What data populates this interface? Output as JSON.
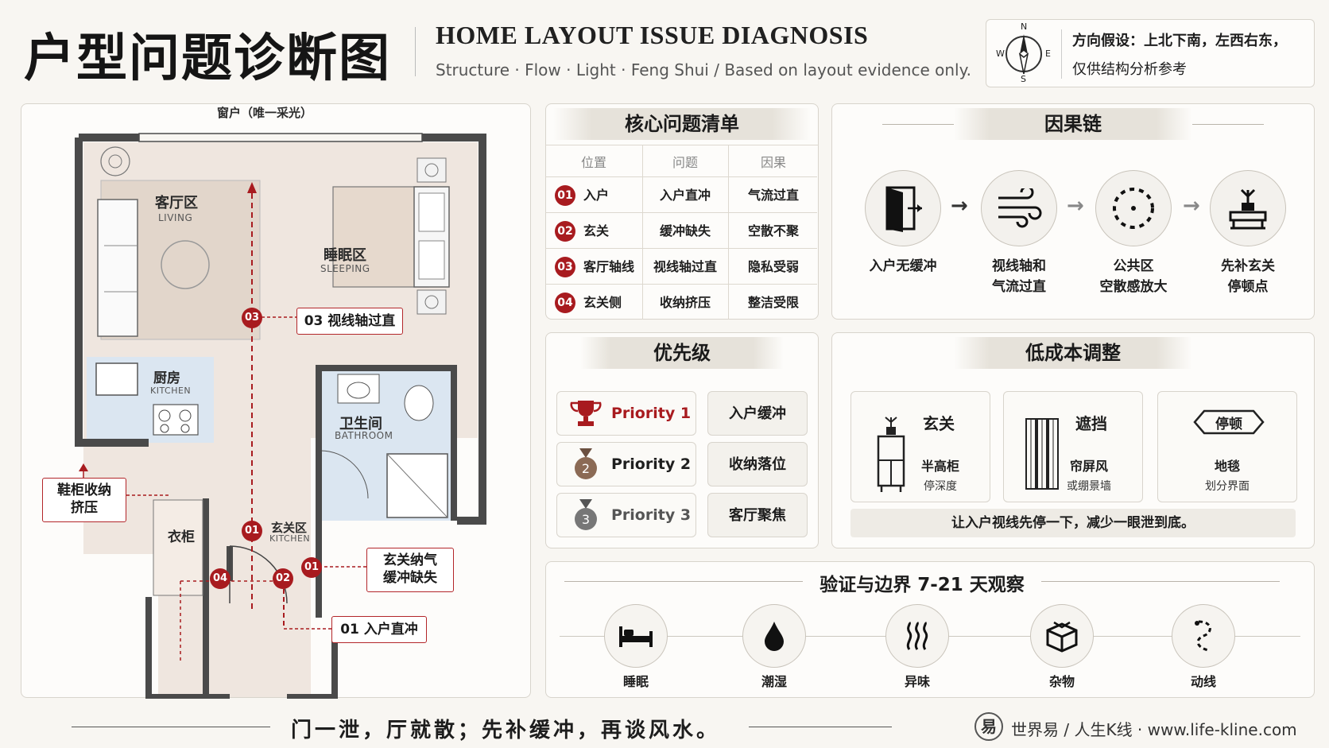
{
  "header": {
    "title_cn": "户型问题诊断图",
    "title_en": "HOME LAYOUT ISSUE DIAGNOSIS",
    "subtitle": "Structure · Flow · Light · Feng Shui / Based on layout evidence only.",
    "compass": {
      "n": "N",
      "s": "S",
      "w": "W",
      "e": "E"
    },
    "direction_line1": "方向假设：上北下南，左西右东，",
    "direction_line2": "仅供结构分析参考"
  },
  "floorplan": {
    "window_label": "窗户（唯一采光）",
    "living_cn": "客厅区",
    "living_en": "LIVING",
    "sleeping_cn": "睡眠区",
    "sleeping_en": "SLEEPING",
    "kitchen_cn": "厨房",
    "kitchen_en": "KITCHEN",
    "bathroom_cn": "卫生间",
    "bathroom_en": "BATHROOM",
    "wardrobe_cn": "衣柜",
    "entry_cn": "玄关区",
    "entry_en": "KITCHEN",
    "callout_03": "03 视线轴过直",
    "callout_shoe_line1": "鞋柜收纳",
    "callout_shoe_line2": "挤压",
    "callout_entry_line1": "玄关纳气",
    "callout_entry_line2": "缓冲缺失",
    "callout_01": "01 入户直冲",
    "dot_03": "03",
    "dot_01a": "01",
    "dot_04": "04",
    "dot_02": "02",
    "dot_01b": "01"
  },
  "issues": {
    "title": "核心问题清单",
    "columns": [
      "位置",
      "问题",
      "因果"
    ],
    "rows": [
      {
        "num": "01",
        "location": "入户",
        "problem": "入户直冲",
        "effect": "气流过直"
      },
      {
        "num": "02",
        "location": "玄关",
        "problem": "缓冲缺失",
        "effect": "空散不聚"
      },
      {
        "num": "03",
        "location": "客厅轴线",
        "problem": "视线轴过直",
        "effect": "隐私受弱"
      },
      {
        "num": "04",
        "location": "玄关侧",
        "problem": "收纳挤压",
        "effect": "整洁受限"
      }
    ]
  },
  "chain": {
    "title": "因果链",
    "steps": [
      {
        "icon": "door-icon",
        "line1": "入户无缓冲",
        "line2": ""
      },
      {
        "icon": "wind-icon",
        "line1": "视线轴和",
        "line2": "气流过直"
      },
      {
        "icon": "dotted-circle-icon",
        "line1": "公共区",
        "line2": "空散感放大"
      },
      {
        "icon": "plant-stand-icon",
        "line1": "先补玄关",
        "line2": "停顿点"
      }
    ]
  },
  "priority": {
    "title": "优先级",
    "items": [
      {
        "label": "Priority 1",
        "action": "入户缓冲",
        "color": "#a81b1f"
      },
      {
        "label": "Priority 2",
        "action": "收纳落位",
        "color": "#1f1f1f"
      },
      {
        "label": "Priority 3",
        "action": "客厅聚焦",
        "color": "#555555"
      }
    ]
  },
  "lowcost": {
    "title": "低成本调整",
    "cards": [
      {
        "title": "玄关",
        "sub": "半高柜",
        "sub2": "停深度"
      },
      {
        "title": "遮挡",
        "sub": "帘屏风",
        "sub2": "或绷景墙"
      },
      {
        "title": "停顿",
        "sub": "地毯",
        "sub2": "划分界面"
      }
    ],
    "note": "让入户视线先停一下，减少一眼泄到底。"
  },
  "verify": {
    "title": "验证与边界 7-21 天观察",
    "items": [
      "睡眠",
      "潮湿",
      "异味",
      "杂物",
      "动线"
    ]
  },
  "footer": {
    "slogan": "门一泄，厅就散；先补缓冲，再谈风水。",
    "brand_glyph": "易",
    "brand": "世界易 / 人生K线 · www.life-kline.com"
  },
  "colors": {
    "accent_red": "#a81b1f",
    "bath_blue": "#dbe6f1",
    "wall": "#4a4a4a"
  }
}
